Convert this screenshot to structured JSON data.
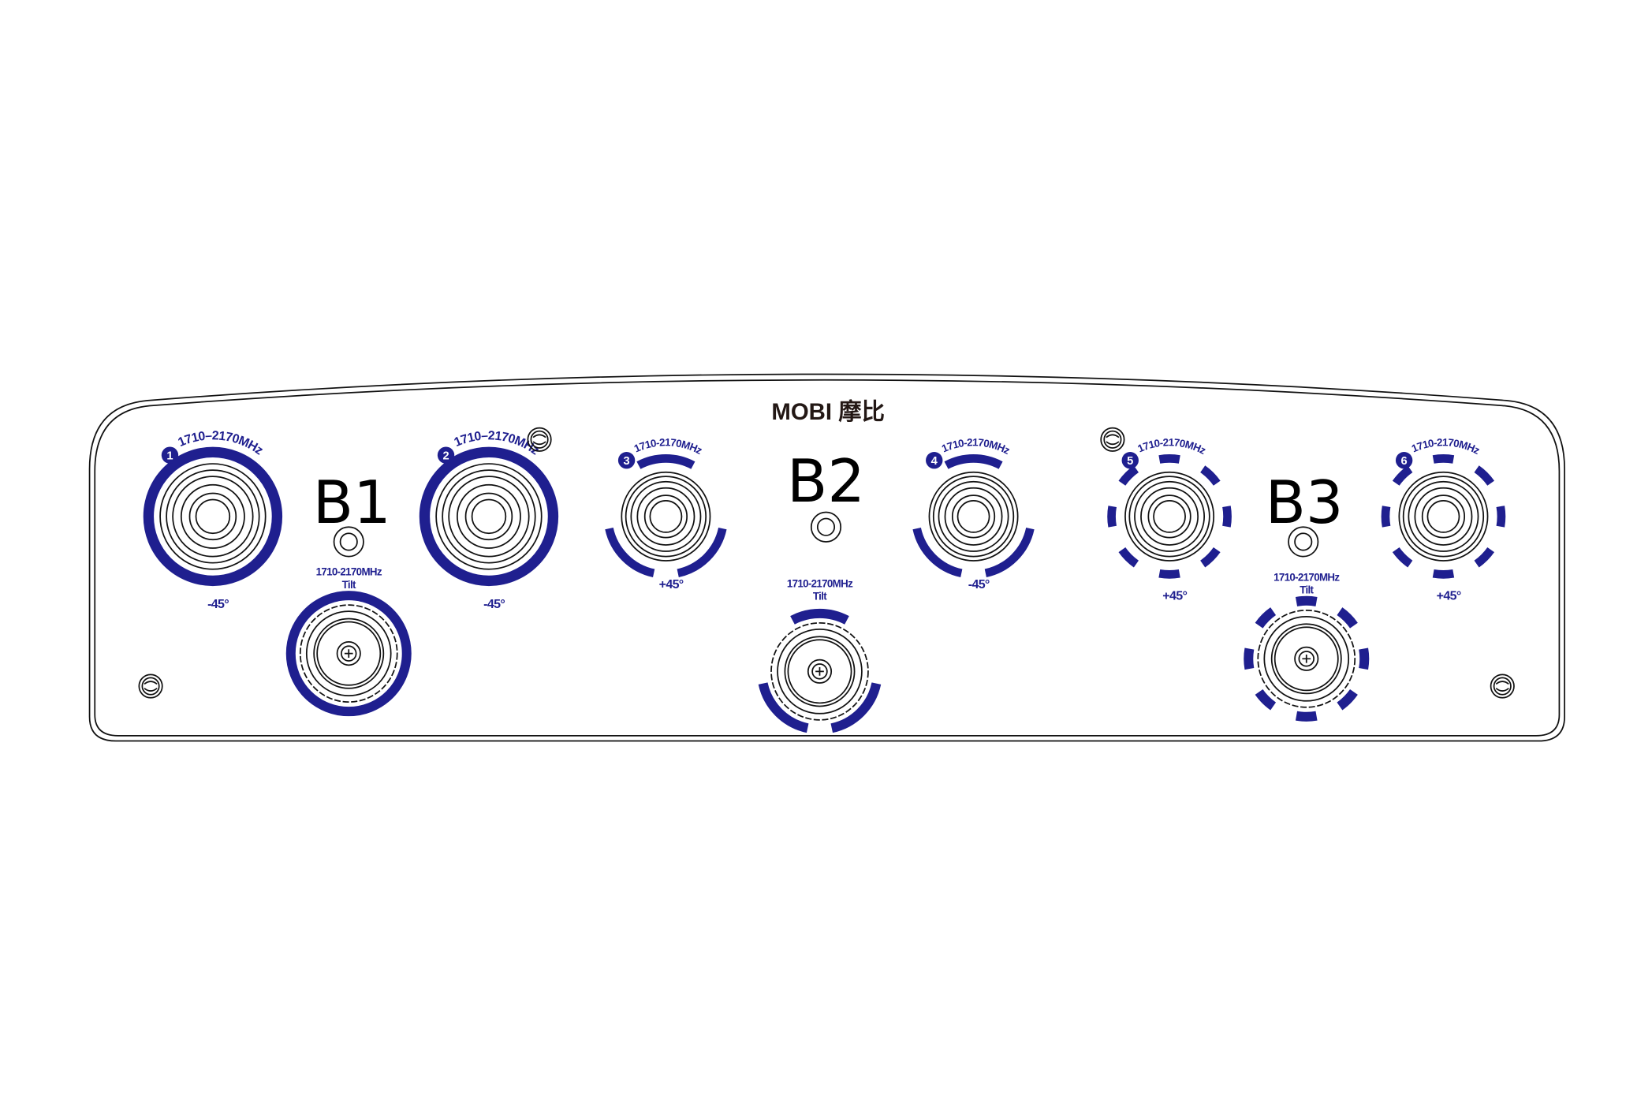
{
  "logo": {
    "text": "MOBI 摩比"
  },
  "accent_color": "#1f1f8f",
  "bands": [
    {
      "label": "B1",
      "tilt_freq": "1710-2170MHz",
      "tilt_label": "Tilt",
      "tilt_style": "full"
    },
    {
      "label": "B2",
      "tilt_freq": "1710-2170MHz",
      "tilt_label": "Tilt",
      "tilt_style": "tri"
    },
    {
      "label": "B3",
      "tilt_freq": "1710-2170MHz",
      "tilt_label": "Tilt",
      "tilt_style": "oct"
    }
  ],
  "ports": [
    {
      "number": "1",
      "freq": "1710–2170MHz",
      "polarization": "-45°",
      "style": "full"
    },
    {
      "number": "2",
      "freq": "1710–2170MHz",
      "polarization": "-45°",
      "style": "full"
    },
    {
      "number": "3",
      "freq": "1710-2170MHz",
      "polarization": "+45°",
      "style": "tri"
    },
    {
      "number": "4",
      "freq": "1710-2170MHz",
      "polarization": "-45°",
      "style": "tri"
    },
    {
      "number": "5",
      "freq": "1710-2170MHz",
      "polarization": "+45°",
      "style": "oct"
    },
    {
      "number": "6",
      "freq": "1710-2170MHz",
      "polarization": "+45°",
      "style": "oct"
    }
  ]
}
